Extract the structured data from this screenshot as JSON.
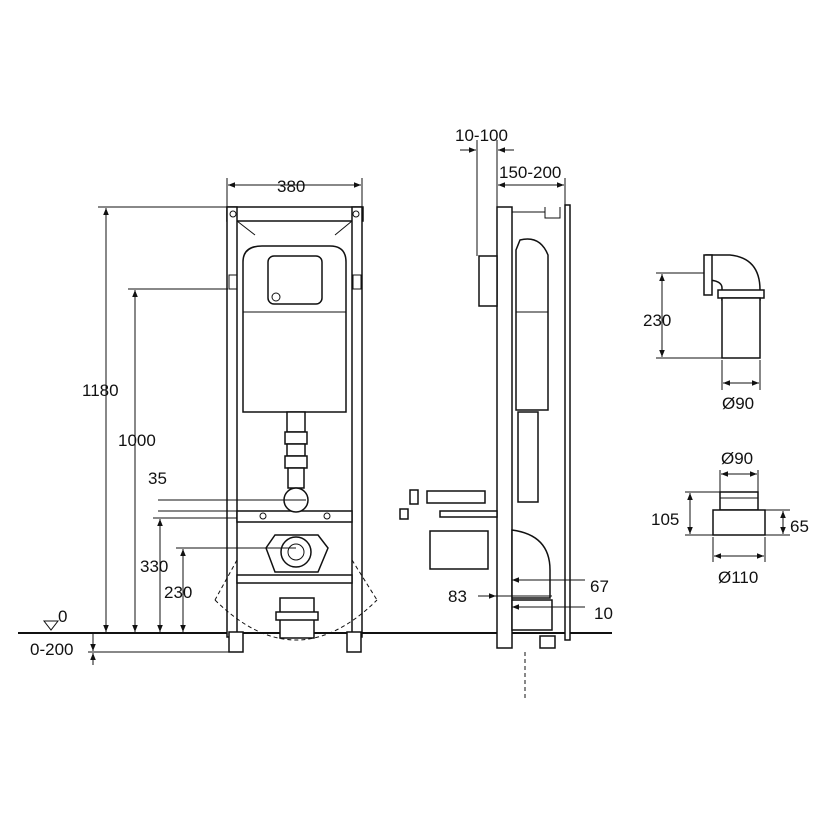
{
  "front_view": {
    "width": "380",
    "height_total": "1180",
    "height_button": "1000",
    "offset_35": "35",
    "height_330": "330",
    "height_230": "230",
    "floor_level": "0",
    "floor_range": "0-200"
  },
  "side_view": {
    "wall_gap": "10-100",
    "depth": "150-200",
    "dim_83": "83",
    "dim_67": "67",
    "dim_10": "10"
  },
  "elbow": {
    "height": "230",
    "diameter": "Ø90"
  },
  "connector": {
    "top_diameter": "Ø90",
    "height": "105",
    "inner_height": "65",
    "bottom_diameter": "Ø110"
  },
  "colors": {
    "line": "#111111",
    "background": "#ffffff"
  }
}
